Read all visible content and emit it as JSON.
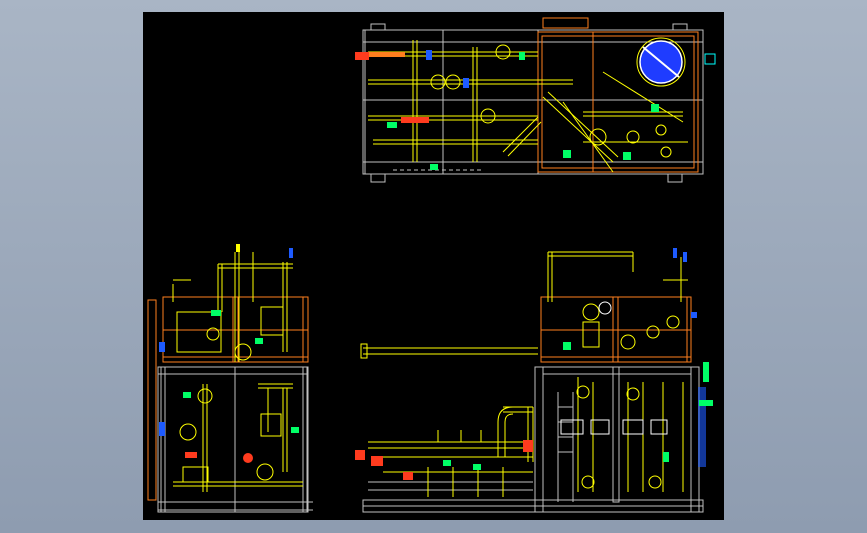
{
  "colors": {
    "background": "#98a5b8",
    "canvas": "#000000",
    "frame": "#ff7f1e",
    "pipe": "#ffff00",
    "structure": "#c0c0c0",
    "equipment": "#ffffff",
    "valve_green": "#00ff66",
    "valve_blue": "#1e5bff",
    "valve_red": "#ff3b1e",
    "cyan": "#00ffff",
    "vessel_blue": "#1f3cff"
  },
  "views": [
    {
      "id": "plan-view"
    },
    {
      "id": "side-view"
    },
    {
      "id": "front-view"
    }
  ]
}
